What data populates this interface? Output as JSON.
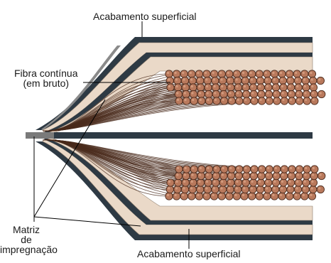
{
  "labels": {
    "top_finish": "Acabamento superficial",
    "bottom_finish": "Acabamento superficial",
    "fiber_line1": "Fibra contínua",
    "fiber_line2": "(em bruto)",
    "matrix_line1": "Matriz",
    "matrix_line2": "de",
    "matrix_line3": "impregnação"
  },
  "colors": {
    "fiber": "#b9795c",
    "fiber_outline": "#4a2a1c",
    "fiber_highlight": "#d39c7f",
    "matrix": "#ead9c8",
    "finish_layer": "#2e3a44",
    "bevel_gray": "#8a8a8a",
    "leader_line": "#000000"
  }
}
